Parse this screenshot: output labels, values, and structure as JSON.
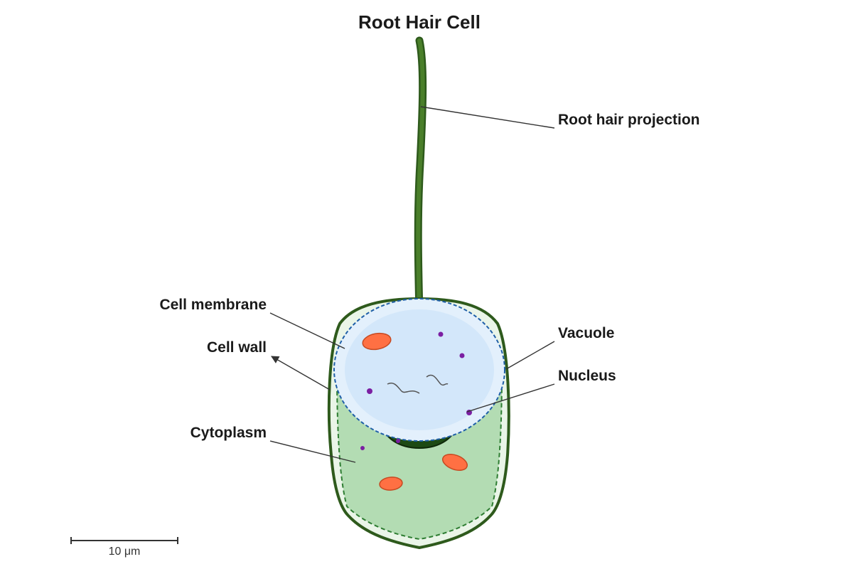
{
  "title": "Root Hair Cell",
  "labels": {
    "root_hair_projection": "Root hair projection",
    "cell_membrane": "Cell membrane",
    "vacuole": "Vacuole",
    "cell_wall": "Cell wall",
    "nucleus": "Nucleus",
    "cytoplasm": "Cytoplasm"
  },
  "scale_bar": {
    "label": "10 μm"
  },
  "colors": {
    "cell_wall": "#2e5a1c",
    "root_hair": "#4a7f2a",
    "cell_wall_inner": "#eaf5e8",
    "cytoplasm": "#b3dcb3",
    "membrane_dash": "#2e7d32",
    "vacuole_outer": "#e3f0fc",
    "vacuole_inner": "#d3e7fa",
    "vacuole_border": "#1f5fa8",
    "nucleus": "#1d4a14",
    "organelle": "#ff7043",
    "organelle_border": "#c64a22",
    "granule": "#7b1fa2",
    "leader_line": "#333333",
    "text": "#1a1a1a"
  }
}
